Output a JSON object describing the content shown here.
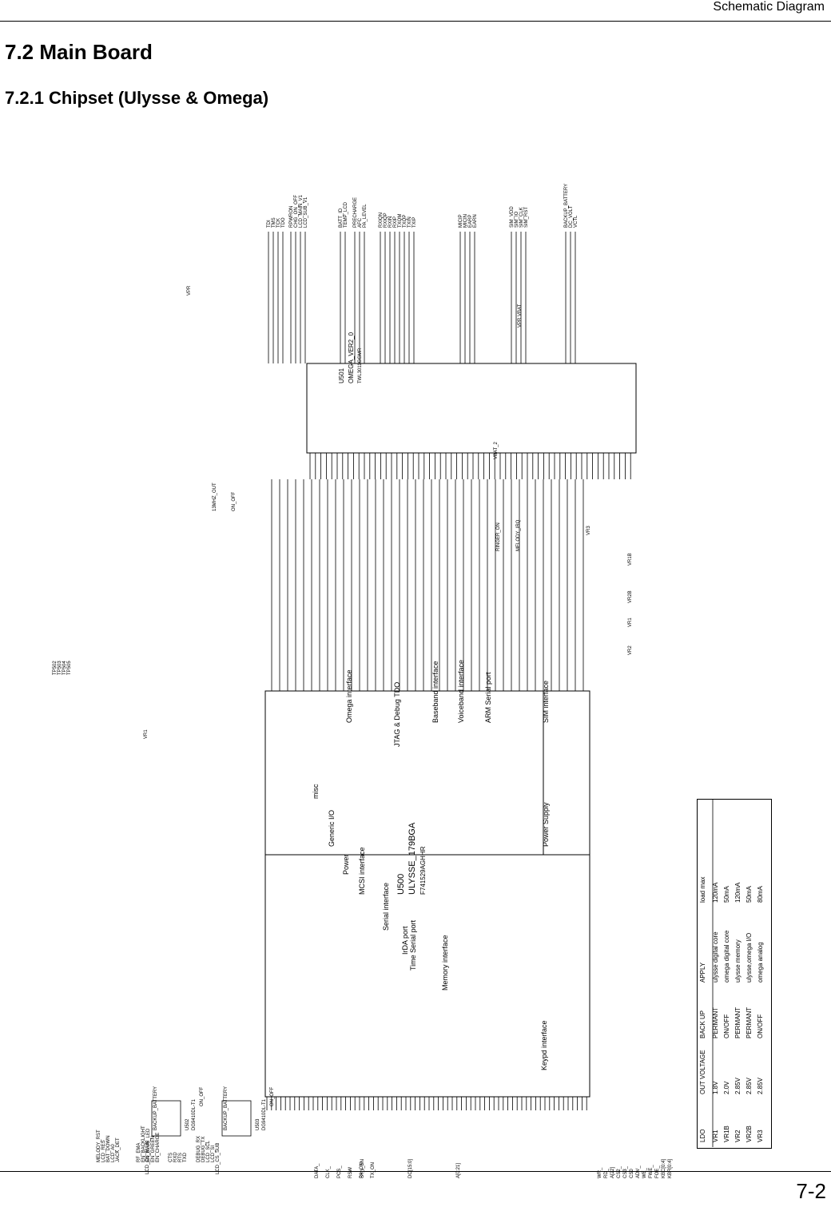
{
  "header": {
    "section_title": "Schematic Diagram"
  },
  "heading": {
    "title": "7.2  Main Board",
    "subtitle": "7.2.1  Chipset (Ulysse & Omega)"
  },
  "footer": {
    "page_number": "7-2"
  },
  "chip_omega": {
    "ref": "U501",
    "part": "OMEGA_VER2_0",
    "package": "TWL3011GGMR",
    "blocks": [
      "Omega interface",
      "JTAG & Debug TDO",
      "Baseband interface",
      "Voiceband interface",
      "ARM Serial port",
      "SIM interface",
      "Power Supply"
    ]
  },
  "chip_ulysse": {
    "ref": "U500",
    "part": "ULYSSE_179BGA",
    "package": "F741529AGHHR",
    "blocks": [
      "misc",
      "Generic I/O",
      "Power",
      "MCSI interface",
      "Serial interface",
      "IrDA port",
      "Time Serial port",
      "Memory interface",
      "Keypd interface"
    ]
  },
  "right_signals": {
    "group1": [
      "TDI",
      "TMS",
      "TCK",
      "TDO"
    ],
    "group2": [
      "RPWRON",
      "CHG_ON_OFF",
      "LCD_MAIN_V1",
      "LCD_SUB_V1"
    ],
    "group3": [
      "BATT_ID",
      "TEMP_LCD"
    ],
    "group4": [
      "PRECHARGE",
      "AFC",
      "PA_LEVEL"
    ],
    "group5": [
      "RXIQN",
      "RXIQP",
      "RXIN",
      "RXIP",
      "TXQM",
      "TXQP",
      "TXIN",
      "TXIP"
    ],
    "group6": [
      "MICIP",
      "MICIN",
      "EARP",
      "EARN"
    ],
    "group7": [
      "SIM_VDD",
      "SIM_IO",
      "SIM_CLK",
      "SIM_RST"
    ],
    "group8": [
      "BACKUP_BATTERY",
      "DC_VOLT",
      "VCTL"
    ]
  },
  "left_signals": {
    "testpoints": [
      "TP502",
      "TP503",
      "TP504",
      "TP505"
    ],
    "misc": [
      "MELODY_RST",
      "LCD_RES",
      "BAT_DOWN",
      "LCD_A0",
      "JACK_DET"
    ],
    "rf": [
      "RF_EMA",
      "EN_BACKLIGHT",
      "EN_BLUE_LED",
      "EN_GREEN",
      "EN_CHARGE"
    ],
    "uart": [
      "CTS",
      "RXD",
      "RTS",
      "TXD"
    ],
    "debug": [
      "DEBUG_RX",
      "DEBUG_TX",
      "LCD_SCL",
      "LCD_SI"
    ],
    "mem": [
      "DATA_",
      "CLK_",
      "PCS_",
      "RSW",
      "PA_ON",
      "TX_ON",
      "SYN_EN",
      "DO[15:0]",
      "A[0:21]"
    ],
    "bottom": [
      "WR_",
      "RD_",
      "A[22]",
      "CS2_",
      "CS3_",
      "CS0",
      "ADV_",
      "WE_",
      "FWE_",
      "FOE_",
      "KBC[0:4]",
      "KBR[0:4]"
    ]
  },
  "switches": [
    {
      "ref": "U502",
      "part": "DG9410DL-T1",
      "label": "LCD_CS_MAIN",
      "supply": "BACKUP_BATTERY",
      "ctrl": "ON_OFF"
    },
    {
      "ref": "U503",
      "part": "DG9410DL-T1",
      "label": "LCD_CS_SUB",
      "supply": "BACKUP_BATTERY",
      "ctrl": "ON_OFF"
    }
  ],
  "misc_labels": {
    "vr1": "VR1",
    "clk": "13MHZ_OUT",
    "onoff": "ON_OFF",
    "vpr": "VPR",
    "vr3": "VR3",
    "vr1b": "VR1B",
    "vr2b": "VR2B",
    "vr1s": "VR1",
    "vr2": "VR2",
    "ringer": "RINGER_ON",
    "melody": "MELODY_IRQ",
    "vbat": "VBAT_2",
    "vbatb": "VPR VBAT"
  },
  "table": {
    "headers": [
      "LDO",
      "OUT VOLTAGE",
      "BACK UP",
      "APPLY",
      "load max"
    ],
    "rows": [
      [
        "VR1",
        "1.8V",
        "PERMANT",
        "ulysse digital core",
        "120mA"
      ],
      [
        "VR1B",
        "2.0V",
        "ON/OFF",
        "omega digital core",
        "50mA"
      ],
      [
        "VR2",
        "2.85V",
        "PERMANT",
        "ulysse memory",
        "120mA"
      ],
      [
        "VR2B",
        "2.85V",
        "PERMANT",
        "ulysse,omega I/O",
        "50mA"
      ],
      [
        "VR3",
        "2.85V",
        "ON/OFF",
        "omega analog",
        "80mA"
      ]
    ]
  }
}
